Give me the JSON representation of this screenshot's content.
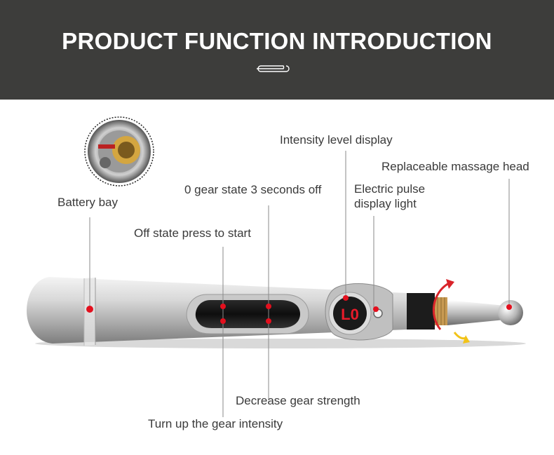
{
  "header": {
    "title": "PRODUCT FUNCTION INTRODUCTION",
    "ornament_icon": "paperclip-icon"
  },
  "labels": {
    "battery_bay": "Battery bay",
    "gear_off": "0 gear state 3 seconds off",
    "off_press_start": "Off state press to start",
    "intensity_display": "Intensity level display",
    "massage_head": "Replaceable massage head",
    "pulse_light_line1": "Electric pulse",
    "pulse_light_line2": "display light",
    "decrease_gear": "Decrease gear strength",
    "turn_up_gear": "Turn up the gear intensity"
  },
  "display": {
    "readout": "L0"
  },
  "colors": {
    "banner": "#3d3d3b",
    "marker": "#e3101e",
    "label_text": "#3a3a3a",
    "leader_line": "#8a8a8a"
  }
}
